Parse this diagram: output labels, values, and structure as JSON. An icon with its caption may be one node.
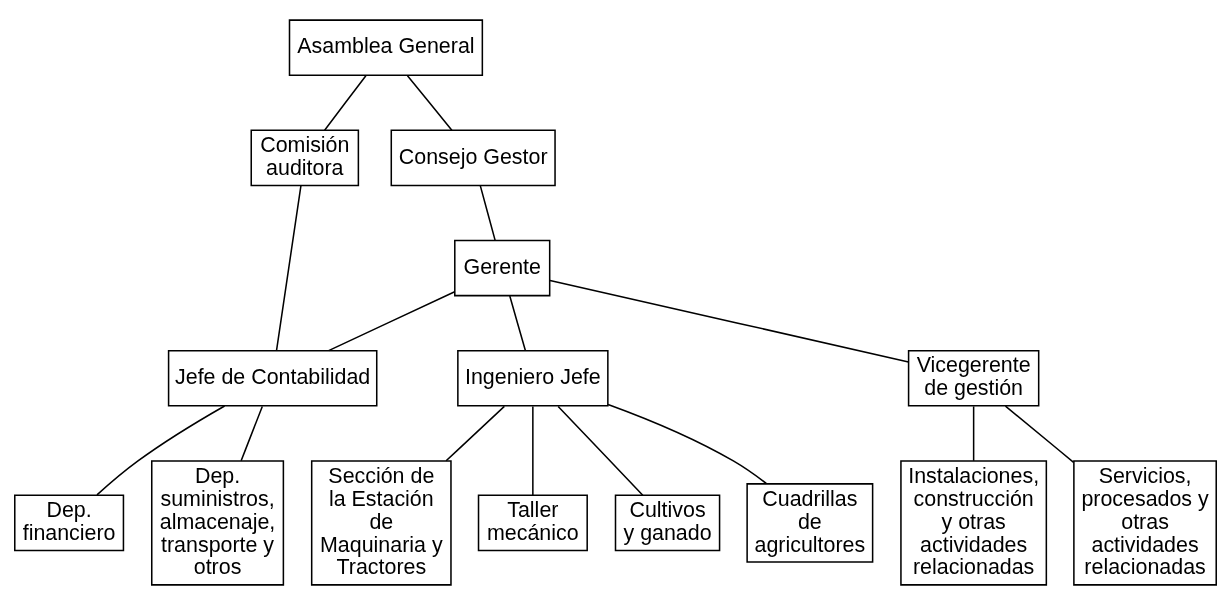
{
  "diagram": {
    "nodes": [
      {
        "text": [
          "Asamblea General"
        ]
      },
      {
        "text": [
          "Comisión auditora"
        ]
      },
      {
        "text": [
          "Consejo Gestor"
        ]
      },
      {
        "text": [
          "Gerente"
        ]
      },
      {
        "text": [
          "Ingeniero Jefe"
        ]
      },
      {
        "text": [
          "Vicegerente de gestión"
        ]
      },
      {
        "text": [
          "Jefe de Contabilidad"
        ]
      },
      {
        "text": [
          "Sección de la Estación de Maquinaria y Tractores"
        ]
      },
      {
        "text": [
          "Taller mecánico"
        ]
      },
      {
        "text": [
          "Cultivos y ganado"
        ]
      },
      {
        "text": [
          "Cuadrillas de agricultores"
        ]
      },
      {
        "text": [
          "Instalaciones, construcción y otras actividades relacionadas"
        ]
      },
      {
        "text": [
          "Servicios, procesados y otras actividades relacionadas"
        ]
      },
      {
        "text": [
          "Dep. financiero"
        ]
      },
      {
        "text": [
          "Dep. suministros, almacenaje, transporte y otros"
        ]
      }
    ],
    "edges": [
      {
        "from": 0,
        "to": 2,
        "arrow": "none"
      },
      {
        "from": 0,
        "to": 1,
        "arrow": "none"
      },
      {
        "from": 2,
        "to": 3,
        "arrow": "none"
      },
      {
        "from": 3,
        "to": 4,
        "arrow": "none"
      },
      {
        "from": 3,
        "to": 5,
        "arrow": "none"
      },
      {
        "from": 3,
        "to": 6,
        "arrow": "none"
      },
      {
        "from": 1,
        "to": 6,
        "arrow": "none"
      },
      {
        "from": 4,
        "to": 7,
        "arrow": "none"
      },
      {
        "from": 4,
        "to": 8,
        "arrow": "none"
      },
      {
        "from": 4,
        "to": 9,
        "arrow": "none"
      },
      {
        "from": 4,
        "to": 10,
        "arrow": "none"
      },
      {
        "from": 5,
        "to": 11,
        "arrow": "none"
      },
      {
        "from": 5,
        "to": 12,
        "arrow": "none"
      },
      {
        "from": 6,
        "to": 13,
        "arrow": "none"
      },
      {
        "from": 6,
        "to": 14,
        "arrow": "none"
      }
    ]
  }
}
